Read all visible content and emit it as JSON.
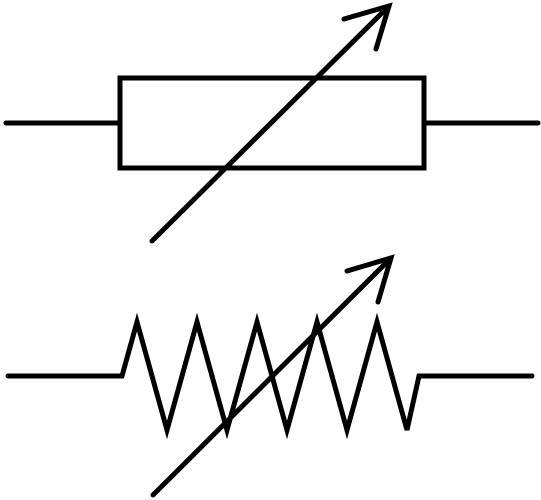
{
  "symbols": [
    {
      "name": "variable-resistor-iec",
      "body_shape": "rectangle",
      "has_adjustment_arrow": true
    },
    {
      "name": "variable-resistor-ansi",
      "body_shape": "zigzag",
      "zigzag_peaks": 5,
      "has_adjustment_arrow": true
    }
  ],
  "colors": {
    "stroke": "#000000",
    "background": "#ffffff"
  }
}
